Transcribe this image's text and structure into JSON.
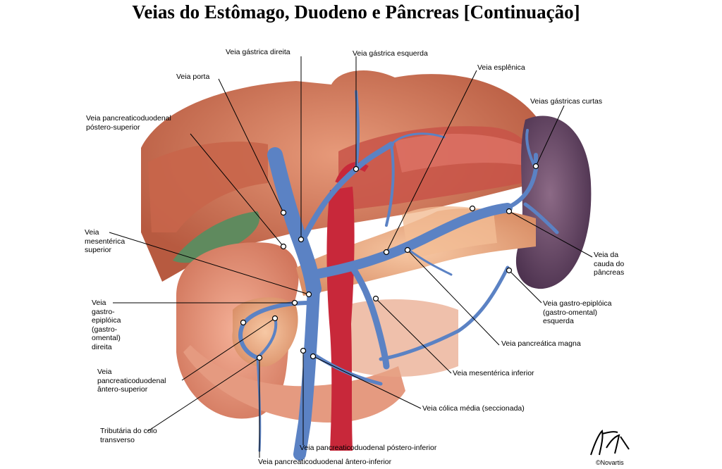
{
  "title": "Veias do Estômago, Duodeno e Pâncreas [Continuação]",
  "labels": {
    "gastrica_direita": "Veia gástrica direita",
    "gastrica_esquerda": "Veia gástrica esquerda",
    "esplenica": "Veia esplênica",
    "porta": "Veia porta",
    "gastricas_curtas": "Veias gástricas curtas",
    "pd_postero_superior": "Veia pancreaticoduodenal\npóstero-superior",
    "mesenterica_superior": "Veia\nmesentérica\nsuperior",
    "cauda_pancreas": "Veia da\ncauda do\npâncreas",
    "gastro_epiploica_direita": "Veia\ngastro-\nepiplóica\n(gastro-\nomental)\ndireita",
    "gastro_epiploica_esquerda": "Veia gastro-epiplóica\n(gastro-omental)\nesquerda",
    "pancreatica_magna": "Veia pancreática magna",
    "pd_antero_superior": "Veia\npancreaticoduodenal\nântero-superior",
    "mesenterica_inferior": "Veia mesentérica inferior",
    "colica_media": "Veia cólica média (seccionada)",
    "tributaria_colo": "Tributária do colo\ntransverso",
    "pd_postero_inferior": "Veia pancreaticoduodenal póstero-inferior",
    "pd_antero_inferior": "Veia pancreaticoduodenal ântero-inferior"
  },
  "credit": "©Novartis",
  "colors": {
    "vein": "#5b82c4",
    "artery": "#c8283a",
    "organ": "#d9826a",
    "spleen": "#6a4a66",
    "pancreas": "#f0b088"
  }
}
